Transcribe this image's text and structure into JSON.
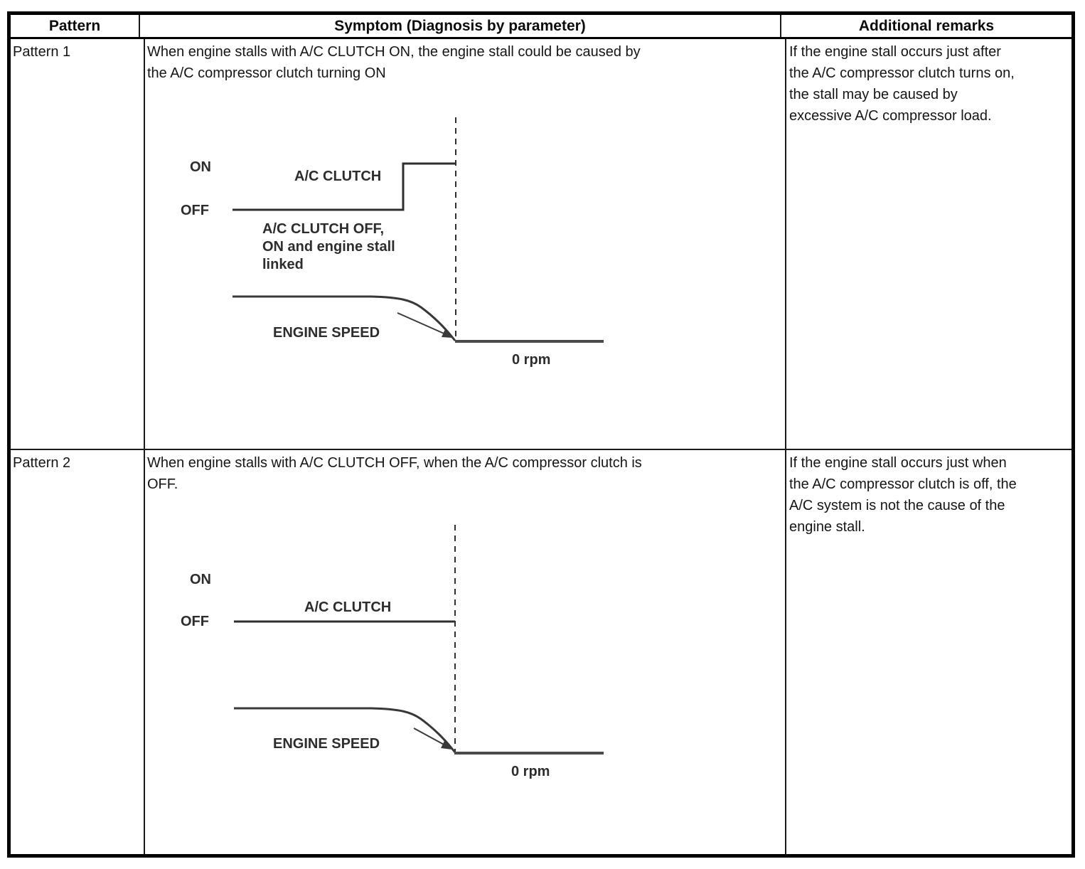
{
  "table": {
    "headers": {
      "pattern": "Pattern",
      "symptom": "Symptom (Diagnosis by parameter)",
      "remarks": "Additional remarks"
    },
    "rows": [
      {
        "pattern": "Pattern 1",
        "symptom": "When engine stalls with A/C CLUTCH ON, the engine stall could be caused by\nthe A/C compressor clutch turning ON",
        "remarks": "If the engine stall occurs just after\nthe A/C compressor clutch turns on,\nthe stall may be caused by\nexcessive A/C compressor load.",
        "diagram": {
          "on_label": "ON",
          "off_label": "OFF",
          "clutch_label": "A/C CLUTCH",
          "note": "A/C CLUTCH OFF,\nON and engine stall\nlinked",
          "engine_speed_label": "ENGINE SPEED",
          "zero_rpm_label": "0 rpm"
        }
      },
      {
        "pattern": "Pattern 2",
        "symptom": "When engine stalls with A/C CLUTCH OFF, when the A/C compressor clutch is\nOFF.",
        "remarks": "If the engine stall occurs just when\nthe A/C compressor clutch is off, the\nA/C system is not the cause of the\nengine stall.",
        "diagram": {
          "on_label": "ON",
          "off_label": "OFF",
          "clutch_label": "A/C CLUTCH",
          "engine_speed_label": "ENGINE SPEED",
          "zero_rpm_label": "0 rpm"
        }
      }
    ]
  },
  "colors": {
    "border": "#000000",
    "trace": "#333333",
    "zero_line": "#4a4a4a",
    "text": "#151515"
  }
}
